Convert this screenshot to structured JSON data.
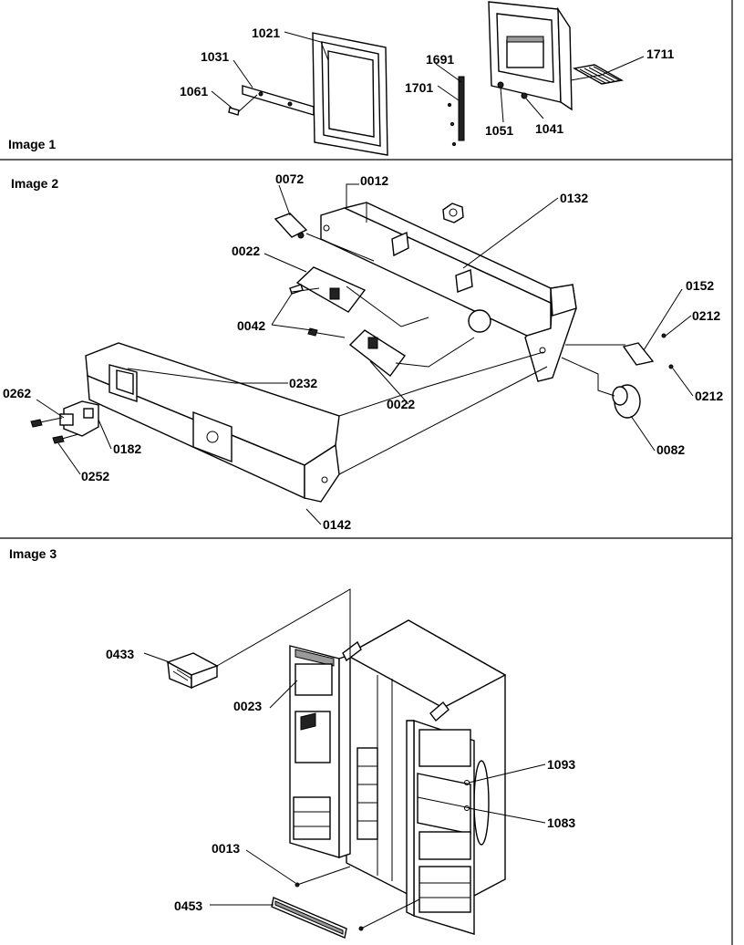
{
  "panels": [
    {
      "title": "Image 1",
      "callouts": [
        "1021",
        "1031",
        "1061",
        "1691",
        "1701",
        "1711",
        "1051",
        "1041"
      ]
    },
    {
      "title": "Image 2",
      "callouts": [
        "0072",
        "0012",
        "0132",
        "0022",
        "0042",
        "0022",
        "0152",
        "0212",
        "0212",
        "0262",
        "0232",
        "0182",
        "0252",
        "0142",
        "0082"
      ]
    },
    {
      "title": "Image 3",
      "callouts": [
        "0433",
        "0023",
        "1093",
        "1083",
        "0013",
        "0453"
      ]
    }
  ]
}
